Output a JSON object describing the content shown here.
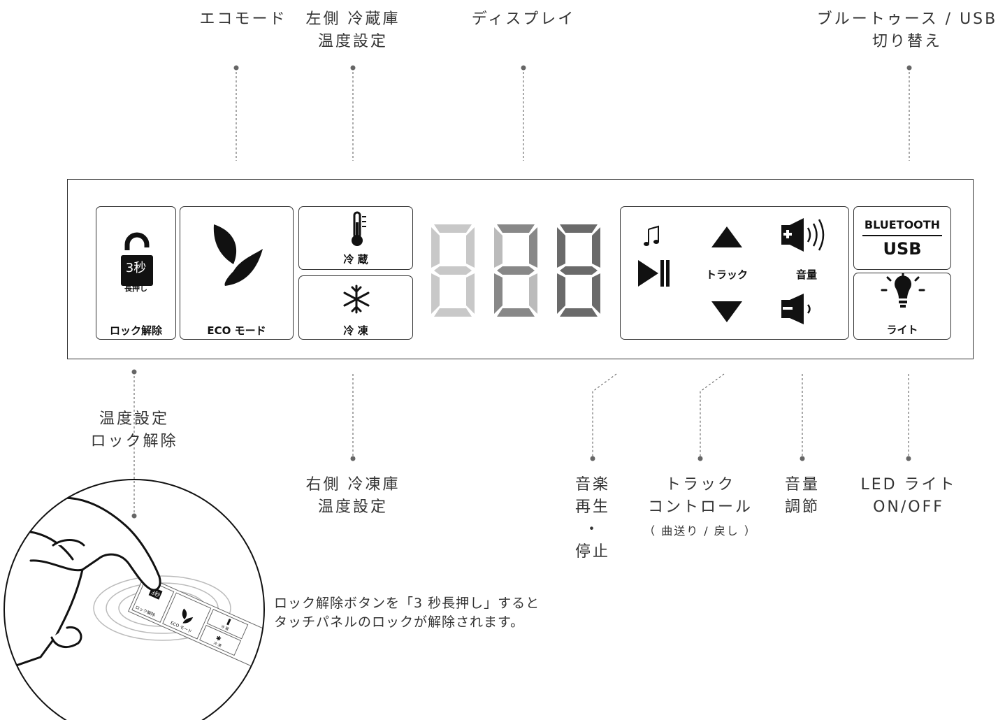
{
  "top_labels": {
    "eco": [
      "エコモード"
    ],
    "fridge": [
      "左側 冷蔵庫",
      "温度設定"
    ],
    "display": [
      "ディスプレイ"
    ],
    "bt_usb": [
      "ブルートゥース / USB",
      "切り替え"
    ]
  },
  "bottom_labels": {
    "lock": [
      "温度設定",
      "ロック解除"
    ],
    "freezer": [
      "右側 冷凍庫",
      "温度設定"
    ],
    "play": [
      "音楽",
      "再生",
      "・",
      "停止"
    ],
    "track": [
      "トラック",
      "コントロール"
    ],
    "track_sub": "（ 曲送り / 戻し ）",
    "volume": [
      "音量",
      "調節"
    ],
    "light": [
      "LED ライト",
      "ON/OFF"
    ]
  },
  "note": [
    "ロック解除ボタンを「3 秒長押し」すると",
    "タッチパネルのロックが解除されます。"
  ],
  "panel": {
    "lock": {
      "badge": "3秒",
      "hold": "長押し",
      "label": "ロック解除"
    },
    "eco": {
      "label": "ECO モード"
    },
    "fridge": {
      "label": "冷 蔵"
    },
    "freezer": {
      "label": "冷 凍"
    },
    "track_label": "トラック",
    "volume_label": "音量",
    "bt_label": "BLUETOOTH",
    "usb_label": "USB",
    "light_label": "ライト"
  },
  "zoom": {
    "badge": "3秒",
    "lock_label": "ロック解除",
    "eco_label": "ECO モード",
    "fridge_label": "冷 蔵",
    "freezer_label": "冷 凍"
  },
  "colors": {
    "line": "#333333",
    "dot": "#666666",
    "seg_light": "#c8c8c8",
    "seg_mid": "#888888",
    "seg_dark": "#6a6a6a"
  }
}
